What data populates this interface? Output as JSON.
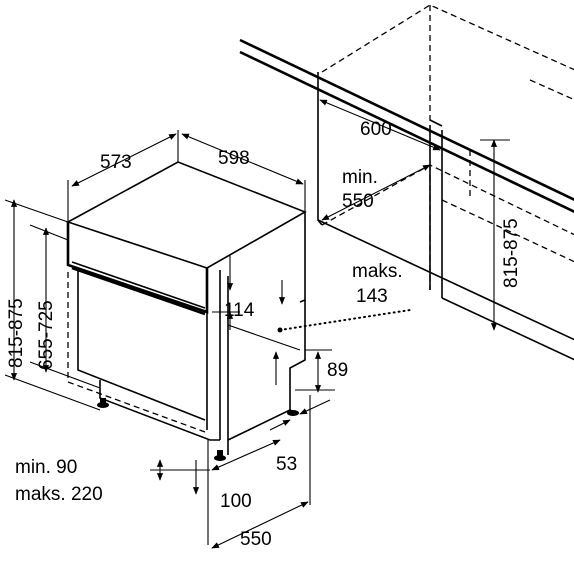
{
  "labels": {
    "width_depth_unit": "573",
    "width_unit": "598",
    "niche_width": "600",
    "niche_depth_min_line1": "min.",
    "niche_depth_min_line2": "550",
    "total_height": "815-875",
    "body_height": "655-725",
    "niche_height": "815-875",
    "max_depth_line1": "maks.",
    "max_depth_line2": "143",
    "panel_height": "114",
    "plinth_height": "89",
    "plinth_offset": "53",
    "plinth_range_line1": "min. 90",
    "plinth_range_line2": "maks. 220",
    "foot_offset": "100",
    "front_depth": "550"
  }
}
